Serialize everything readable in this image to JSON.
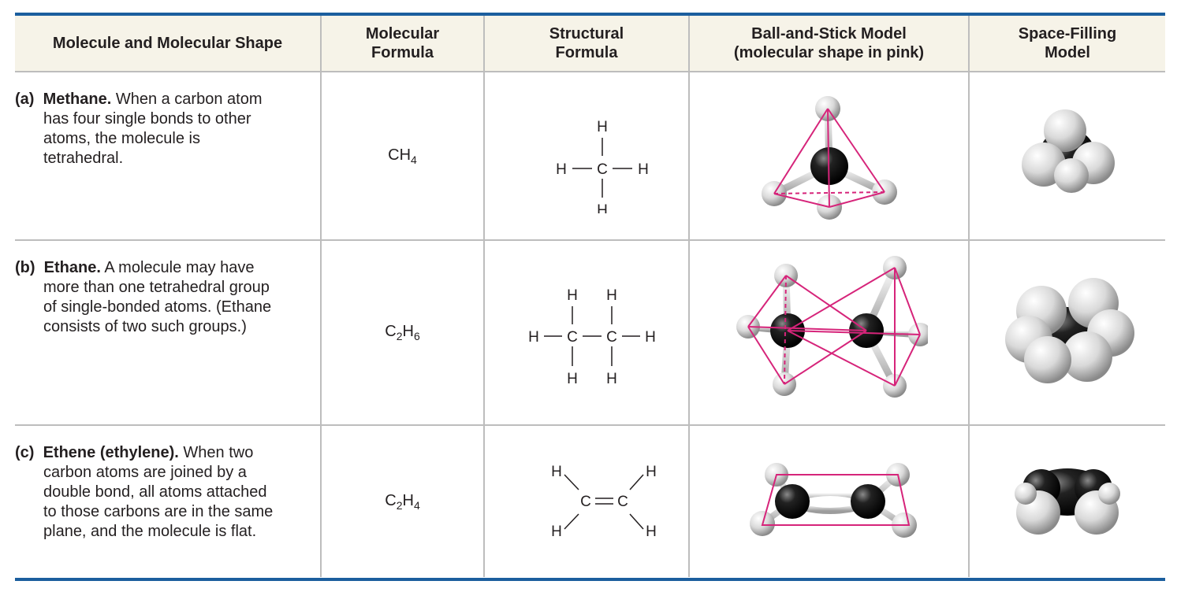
{
  "headers": {
    "shape": "Molecule and Molecular Shape",
    "formula_l1": "Molecular",
    "formula_l2": "Formula",
    "structural_l1": "Structural",
    "structural_l2": "Formula",
    "ball_l1": "Ball-and-Stick Model",
    "ball_l2": "(molecular shape in pink)",
    "space_l1": "Space-Filling",
    "space_l2": "Model"
  },
  "rows": [
    {
      "letter": "(a)",
      "name": "Methane.",
      "text": "When a carbon atom has four single bonds to other atoms, the molecule is tetrahedral.",
      "formula_main": "CH",
      "formula_sub": "4",
      "atoms": {
        "h": "H",
        "c": "C"
      }
    },
    {
      "letter": "(b)",
      "name": "Ethane.",
      "text": "A molecule may have more than one tetrahedral group of single-bonded atoms. (Ethane consists of two such groups.)",
      "formula_a": "C",
      "formula_sub_a": "2",
      "formula_b": "H",
      "formula_sub_b": "6",
      "atoms": {
        "h": "H",
        "c": "C"
      }
    },
    {
      "letter": "(c)",
      "name": "Ethene (ethylene).",
      "text": "When two carbon atoms are joined by a double bond, all atoms attached to those carbons are in the same plane, and the molecule is flat.",
      "formula_a": "C",
      "formula_sub_a": "2",
      "formula_b": "H",
      "formula_sub_b": "4",
      "atoms": {
        "h": "H",
        "c": "C"
      }
    }
  ],
  "colors": {
    "border_accent": "#1b5e9e",
    "header_bg": "#f6f3e8",
    "shape_lines": "#d6247a",
    "carbon": "#1a1a1a",
    "hydrogen": "#e6e6e6"
  }
}
